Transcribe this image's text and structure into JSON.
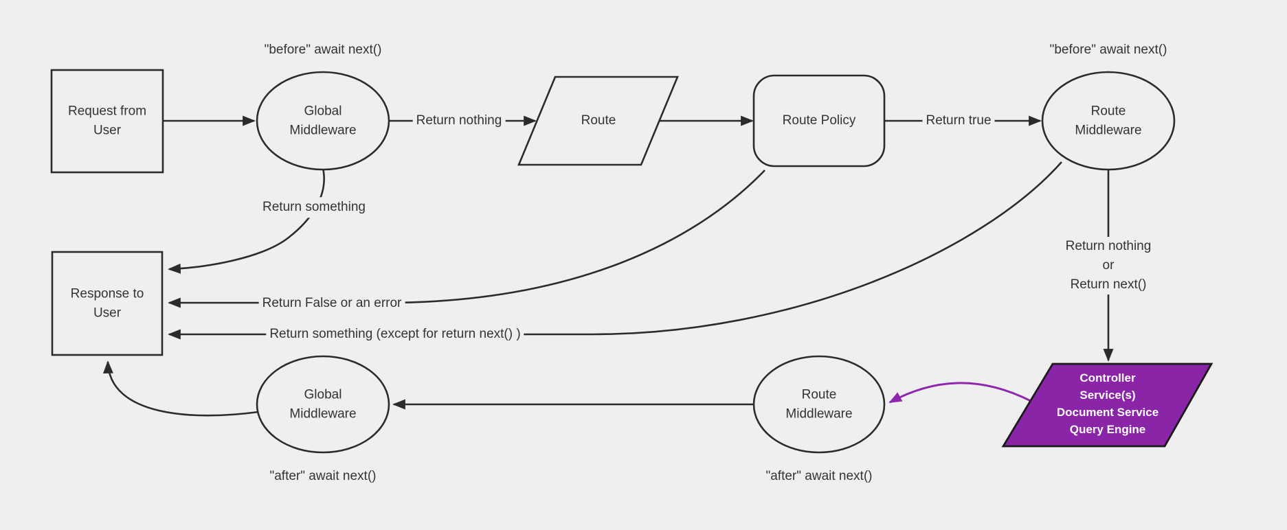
{
  "diagram": {
    "nodes": {
      "request": "Request from User",
      "global_middleware_top": "Global Middleware",
      "route": "Route",
      "route_policy": "Route Policy",
      "route_middleware_top": "Route Middleware",
      "response": "Response to User",
      "global_middleware_bottom": "Global Middleware",
      "route_middleware_bottom": "Route Middleware",
      "controller_lines": [
        "Controller",
        "Service(s)",
        "Document Service",
        "Query Engine"
      ]
    },
    "edge_labels": {
      "return_nothing": "Return nothing",
      "return_true": "Return true",
      "return_something": "Return something",
      "return_false_or_error": "Return False or an error",
      "return_something_except": "Return something (except for return next() )",
      "return_nothing_or": [
        "Return nothing",
        "or",
        "Return next()"
      ]
    },
    "annotations": {
      "before_await_left": "\"before\" await next()",
      "before_await_right": "\"before\" await next()",
      "after_await_left": "\"after\" await next()",
      "after_await_right": "\"after\" await next()"
    },
    "colors": {
      "background": "#efefef",
      "stroke": "#2b2b2b",
      "text": "#333333",
      "accent_purple": "#8b25a8",
      "accent_purple_arrow": "#8f27ad",
      "accent_purple_text": "#ffffff"
    }
  }
}
